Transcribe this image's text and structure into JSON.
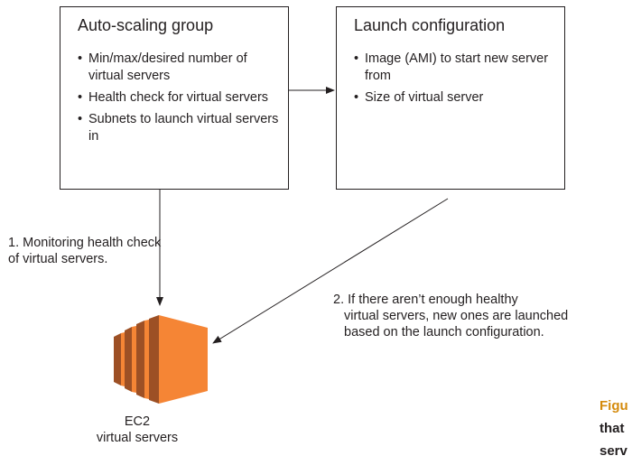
{
  "autoscaling_group": {
    "title": "Auto-scaling group",
    "bullets": [
      "Min/max/desired number of virtual servers",
      "Health check for virtual servers",
      "Subnets to launch virtual servers in"
    ]
  },
  "launch_configuration": {
    "title": "Launch configuration",
    "bullets": [
      "Image (AMI) to start new server from",
      "Size of virtual server"
    ]
  },
  "bullet_char": "•",
  "edge_labels": {
    "monitoring": "1. Monitoring health check of virtual servers.",
    "launch_line1": "2. If there aren’t enough healthy",
    "launch_line2": "virtual servers, new ones are launched",
    "launch_line3": "based on the launch configuration."
  },
  "ec2": {
    "line1": "EC2",
    "line2": "virtual servers",
    "icon": "ec2-instance-icon",
    "colors": {
      "light": "#f58535",
      "dark": "#9d5025"
    }
  },
  "figure_caption_fragment": {
    "line1": "Figu",
    "line2": "that",
    "line3": "serv",
    "color": "#d48a0b"
  }
}
